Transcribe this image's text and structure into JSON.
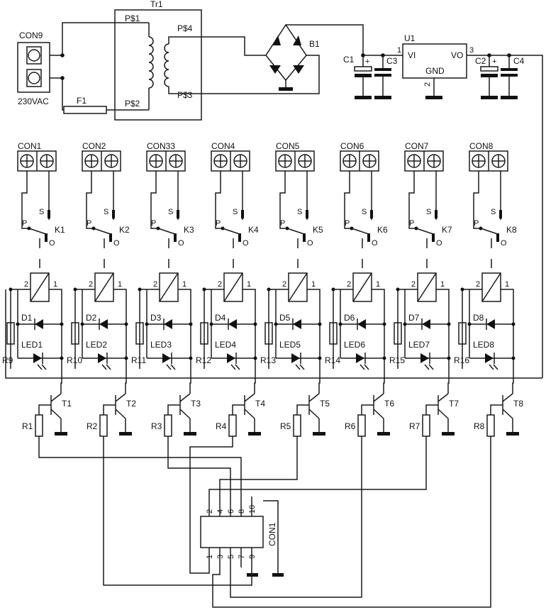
{
  "transformer": {
    "ref": "Tr1",
    "p1": "P$1",
    "p2": "P$2",
    "p3": "P$3",
    "p4": "P$4"
  },
  "mains": {
    "ref": "CON9",
    "voltage": "230VAC"
  },
  "fuse": {
    "ref": "F1"
  },
  "bridge": {
    "ref": "B1"
  },
  "regulator": {
    "ref": "U1",
    "vi": "VI",
    "vo": "VO",
    "gnd": "GND",
    "pin1": "1",
    "pin2": "2",
    "pin3": "3"
  },
  "capacitors": {
    "c1": "C1",
    "c2": "C2",
    "c3": "C3",
    "c4": "C4",
    "plus": "+"
  },
  "channels": [
    {
      "con": "CON1",
      "k": "K1",
      "d": "D1",
      "led": "LED1",
      "r_pull": "R9",
      "t": "T1",
      "r_base": "R1"
    },
    {
      "con": "CON2",
      "k": "K2",
      "d": "D2",
      "led": "LED2",
      "r_pull": "R10",
      "t": "T2",
      "r_base": "R2"
    },
    {
      "con": "CON33",
      "k": "K3",
      "d": "D3",
      "led": "LED3",
      "r_pull": "R11",
      "t": "T3",
      "r_base": "R3"
    },
    {
      "con": "CON4",
      "k": "K4",
      "d": "D4",
      "led": "LED4",
      "r_pull": "R12",
      "t": "T4",
      "r_base": "R4"
    },
    {
      "con": "CON5",
      "k": "K5",
      "d": "D5",
      "led": "LED5",
      "r_pull": "R13",
      "t": "T5",
      "r_base": "R5"
    },
    {
      "con": "CON6",
      "k": "K6",
      "d": "D6",
      "led": "LED6",
      "r_pull": "R14",
      "t": "T6",
      "r_base": "R6"
    },
    {
      "con": "CON7",
      "k": "K7",
      "d": "D7",
      "led": "LED7",
      "r_pull": "R15",
      "t": "T7",
      "r_base": "R7"
    },
    {
      "con": "CON8",
      "k": "K8",
      "d": "D8",
      "led": "LED8",
      "r_pull": "R16",
      "t": "T8",
      "r_base": "R8"
    }
  ],
  "relay_labels": {
    "p": "P",
    "s": "S",
    "o": "O",
    "coil_left": "2",
    "coil_right": "1"
  },
  "header": {
    "ref": "CON1",
    "pins_top": [
      "2",
      "4",
      "6",
      "8",
      "10"
    ],
    "pins_bottom": [
      "1",
      "3",
      "5",
      "7",
      "9"
    ]
  },
  "colors": {
    "ic_fill": "#fdf3bf",
    "line": "#1a1a1a"
  }
}
